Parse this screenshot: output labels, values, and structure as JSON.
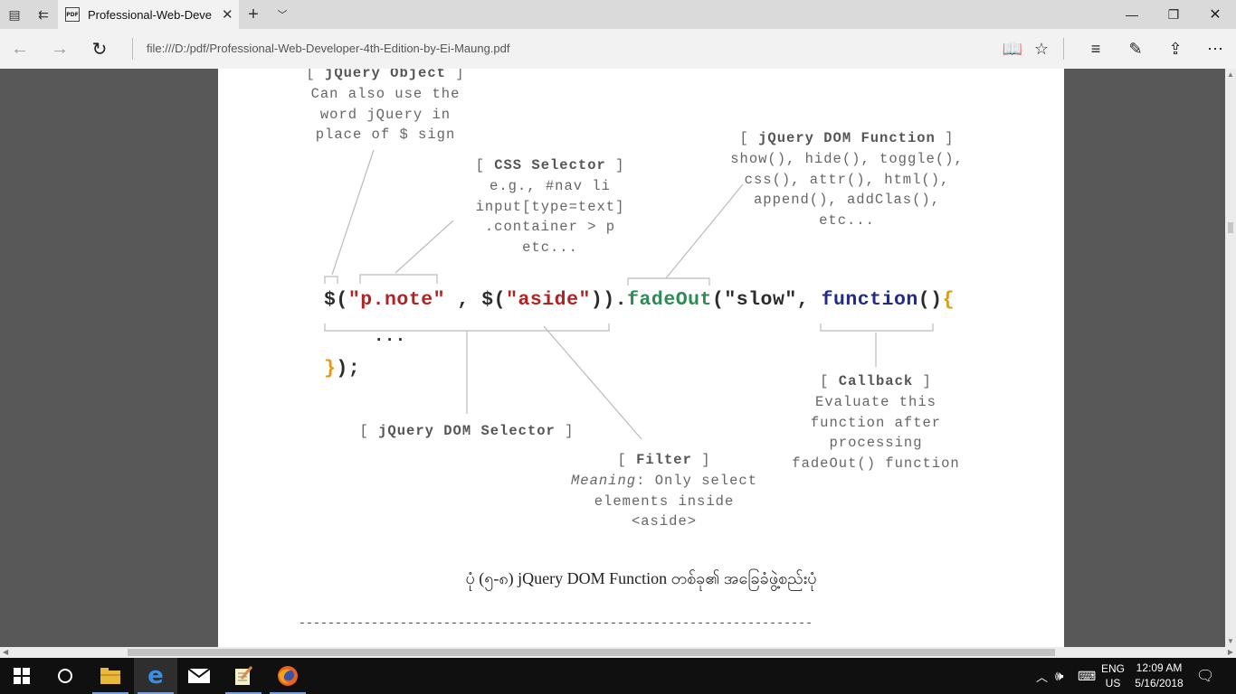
{
  "browser": {
    "tab_title": "Professional-Web-Deve",
    "tab_icon_text": "PDF",
    "address": "file:///D:/pdf/Professional-Web-Developer-4th-Edition-by-Ei-Maung.pdf"
  },
  "diagram": {
    "jquery_object": {
      "heading": "jQuery Object",
      "lines": [
        "Can also use the",
        "word jQuery in",
        "place of $ sign"
      ]
    },
    "css_selector": {
      "heading": "CSS Selector",
      "lines": [
        "e.g., #nav li",
        "input[type=text]",
        ".container > p",
        "etc..."
      ]
    },
    "dom_function": {
      "heading": "jQuery DOM Function",
      "lines": [
        "show(), hide(), toggle(),",
        "css(), attr(), html(),",
        "append(), addClas(),",
        "etc..."
      ]
    },
    "callback": {
      "heading": "Callback",
      "lines": [
        "Evaluate this",
        "function after",
        "processing",
        "fadeOut() function"
      ]
    },
    "dom_selector": {
      "heading": "jQuery DOM Selector"
    },
    "filter": {
      "heading": "Filter",
      "meaning_label": "Meaning",
      "lines": [
        ": Only select",
        "elements inside",
        "<aside>"
      ]
    },
    "code": {
      "dollar1": "$(",
      "str_note": "\"p.note\"",
      "comma": " , ",
      "dollar2": "$(",
      "str_aside": "\"aside\"",
      "close": "))",
      "dot": ".",
      "method": "fadeOut",
      "args": "(\"slow\", ",
      "keyword": "function",
      "parens": "()",
      "brace_open": "{",
      "ellipsis": "...",
      "brace_close": "}",
      "end": ");"
    },
    "caption": "ပုံ (၅-၈) jQuery DOM Function တစ်ခု၏ အခြေခံဖွဲ့စည်းပုံ"
  },
  "taskbar": {
    "lang_top": "ENG",
    "lang_bottom": "US",
    "time": "12:09 AM",
    "date": "5/16/2018"
  }
}
